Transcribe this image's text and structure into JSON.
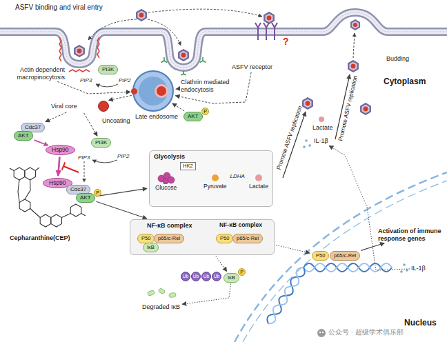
{
  "diagram": {
    "title": "ASFV binding and viral entry",
    "nodes": [
      {
        "text": [
          "Actin dependent macropinocytosis"
        ]
      },
      {
        "text": [
          "PI3K"
        ]
      },
      {
        "text": [
          "Clathrin mediated endocytosis"
        ]
      },
      {
        "text": [
          "ASFV receptor"
        ]
      },
      {
        "text": [
          "AKT"
        ]
      },
      {
        "text": [
          "P"
        ],
        "in": 4
      },
      {
        "text": [
          "Late endosome"
        ]
      },
      {
        "text": [
          "Viral core"
        ]
      },
      {
        "text": [
          "Cdc37"
        ]
      },
      {
        "text": [
          "AKT"
        ]
      },
      {
        "text": [
          "Hsp90"
        ]
      },
      {
        "text": [
          "PI3K"
        ]
      },
      {
        "text": [
          "Hsp90"
        ]
      },
      {
        "text": [
          "Cdc37"
        ]
      },
      {
        "text": [
          "AKT"
        ]
      },
      {
        "text": [
          "P"
        ],
        "in": 14
      },
      {
        "text": [
          "Glycolysis"
        ]
      },
      {
        "text": [
          "HK2"
        ],
        "in": 16
      },
      {
        "text": [
          "Glucose"
        ],
        "in": 16
      },
      {
        "text": [
          "Pyruvate"
        ],
        "in": 16
      },
      {
        "text": [
          "Lactate"
        ],
        "in": 16
      },
      {
        "text": [
          "IL-1β"
        ]
      },
      {
        "text": [
          "NF-κB complex"
        ]
      },
      {
        "text": [
          "P50"
        ],
        "in": 22
      },
      {
        "text": [
          "p65/c-Rel"
        ],
        "in": 22
      },
      {
        "text": [
          "IκB"
        ],
        "in": 22
      },
      {
        "text": [
          "P50"
        ],
        "in": 22
      },
      {
        "text": [
          "p65/c-Rel"
        ],
        "in": 22
      },
      {
        "text": [
          "Ub"
        ]
      },
      {
        "text": [
          "Ub"
        ]
      },
      {
        "text": [
          "Ub"
        ]
      },
      {
        "text": [
          "Ub"
        ]
      },
      {
        "text": [
          "IκB"
        ]
      },
      {
        "text": [
          "P"
        ],
        "in": 32
      },
      {
        "text": [
          "Degraded IκB"
        ]
      },
      {
        "text": [
          "P50"
        ]
      },
      {
        "text": [
          "p65/c-Rel"
        ]
      },
      {
        "text": [
          "Activation of immune response genes"
        ]
      },
      {
        "text": [
          "IL-1β"
        ]
      }
    ],
    "edges": [
      {
        "from": 0,
        "to": 6,
        "arrow": "to"
      },
      {
        "from": 2,
        "to": 6,
        "arrow": "to"
      },
      {
        "from": 3,
        "to": 6,
        "arrow": "to"
      },
      {
        "from": 4,
        "to": 6,
        "arrow": "to"
      },
      {
        "from": 6,
        "to": 7,
        "arrow": "to"
      },
      {
        "from": 7,
        "to": 8,
        "arrow": "to"
      },
      {
        "from": 7,
        "to": 11,
        "arrow": "to"
      },
      {
        "from": 9,
        "to": 10,
        "arrow": "to"
      },
      {
        "from": 10,
        "to": 12,
        "arrow": "to"
      },
      {
        "from": 14,
        "to": 16,
        "arrow": "to"
      },
      {
        "from": 14,
        "to": 22,
        "arrow": "to"
      },
      {
        "from": 18,
        "to": 19,
        "arrow": "to"
      },
      {
        "from": 19,
        "to": 20,
        "label": "LDHA",
        "arrow": "to"
      },
      {
        "from": 22,
        "to": 32,
        "arrow": "to"
      },
      {
        "from": 32,
        "to": 34,
        "arrow": "to"
      },
      {
        "from": 27,
        "to": 35,
        "arrow": "to"
      },
      {
        "from": 36,
        "to": 37,
        "arrow": "to"
      },
      {
        "from": 38,
        "to": 21,
        "arrow": "to"
      }
    ],
    "labels": [
      "PIP3",
      "PIP2",
      "?",
      "Budding",
      "Cytoplasm",
      "Uncoating",
      "PIP3",
      "PIP2",
      "Cepharanthine(CEP)",
      "Promote ASFV replication",
      "Lactate",
      "Promote ASFV replication",
      "NF-κB complex",
      "Nucleus",
      "公众号 · 超级学术俱乐部"
    ]
  }
}
